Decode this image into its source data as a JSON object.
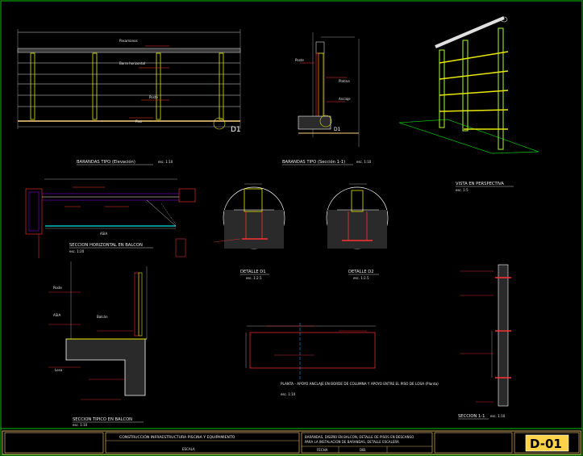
{
  "sheet": {
    "code": "D-01",
    "title": "CONSTRUCCIÓN INFRAESTRUCTURA PISCINA Y EQUIPAMIENTO",
    "description_1": "BARANDAS, DISEÑO EN BALCON, DETALLE DE PISOS EN DESCANSO",
    "description_2": "PARA LA INSTALACION DE BARANDAS, DETALLE ESCALERA",
    "field_1": "ESCALA",
    "field_2": "FECHA",
    "field_3": "DIB."
  },
  "views": {
    "elevation_caption": "BARANDAS TIPO (Elevación)",
    "elevation_scale": "esc. 1:10",
    "elevation_detail_tag": "D1",
    "section11_caption": "BARANDAS TIPO (Sección 1-1)",
    "section11_scale": "esc. 1:10",
    "section11_detail_tag": "D1",
    "perspective_caption": "VISTA EN PERSPECTIVA",
    "perspective_scale": "esc. 1:5",
    "horizontal_caption": "SECCION HORIZONTAL EN BALCON",
    "horizontal_scale": "esc. 1:20",
    "horizontal_center_label": "ASIA",
    "detail_d1_caption": "DETALLE D1",
    "detail_d1_scale": "esc. 1:2.5",
    "detail_d2_caption": "DETALLE D2",
    "detail_d2_scale": "esc. 1:2.5",
    "balcony_caption": "SECCION TIPICO EN BALCON",
    "balcony_scale": "esc. 1:10",
    "plan_caption": "PLANTA - APOYO ANCLAJE EN BORDE DE COLUMNA Y APOYO ENTRE EL PISO DE LOSA (Planta)",
    "plan_scale": "esc. 1:10",
    "section_right_caption": "SECCION 1-1",
    "section_right_scale": "esc. 1:10"
  }
}
